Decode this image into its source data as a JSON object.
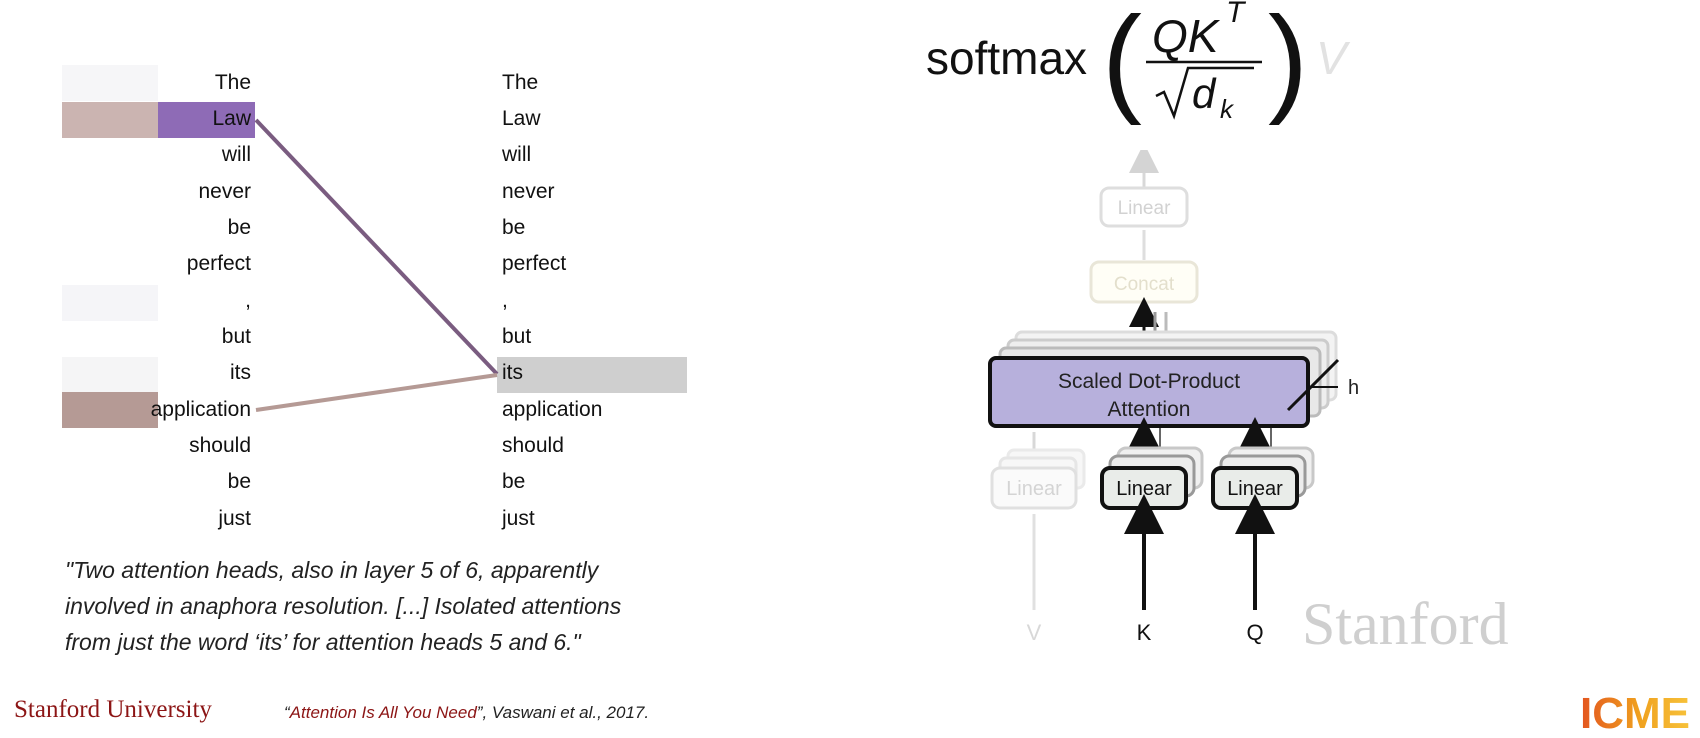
{
  "attention_viz": {
    "tokens": [
      "The",
      "Law",
      "will",
      "never",
      "be",
      "perfect",
      ",",
      "but",
      "its",
      "application",
      "should",
      "be",
      "just"
    ],
    "query_token": "its",
    "highlight_color_law": "#8e6bb6",
    "highlight_color_application": "#b59a95",
    "highlight_color_query": "#cfcfcf"
  },
  "quote": {
    "line1": "\"Two attention heads, also in layer 5 of 6, apparently",
    "line2": "involved in anaphora resolution. [...] Isolated attentions",
    "line3": "from just the word ‘its’ for attention heads 5 and 6.\""
  },
  "formula": {
    "fn": "softmax",
    "numerator": "QK",
    "superscript": "T",
    "denominator_var": "d",
    "denominator_sub": "k",
    "trailing": "V"
  },
  "diagram": {
    "linear_top": "Linear",
    "concat": "Concat",
    "attention_line1": "Scaled Dot-Product",
    "attention_line2": "Attention",
    "h_label": "h",
    "linear_v": "Linear",
    "linear_k": "Linear",
    "linear_q": "Linear",
    "input_v": "V",
    "input_k": "K",
    "input_q": "Q",
    "attention_color": "#b7b0dc"
  },
  "footer": {
    "university": "Stanford University",
    "cite_open": "“",
    "cite_title": "Attention Is All You Need",
    "cite_rest": "”, Vaswani et al., 2017.",
    "watermark": "Stanford",
    "logo": "ICME"
  }
}
